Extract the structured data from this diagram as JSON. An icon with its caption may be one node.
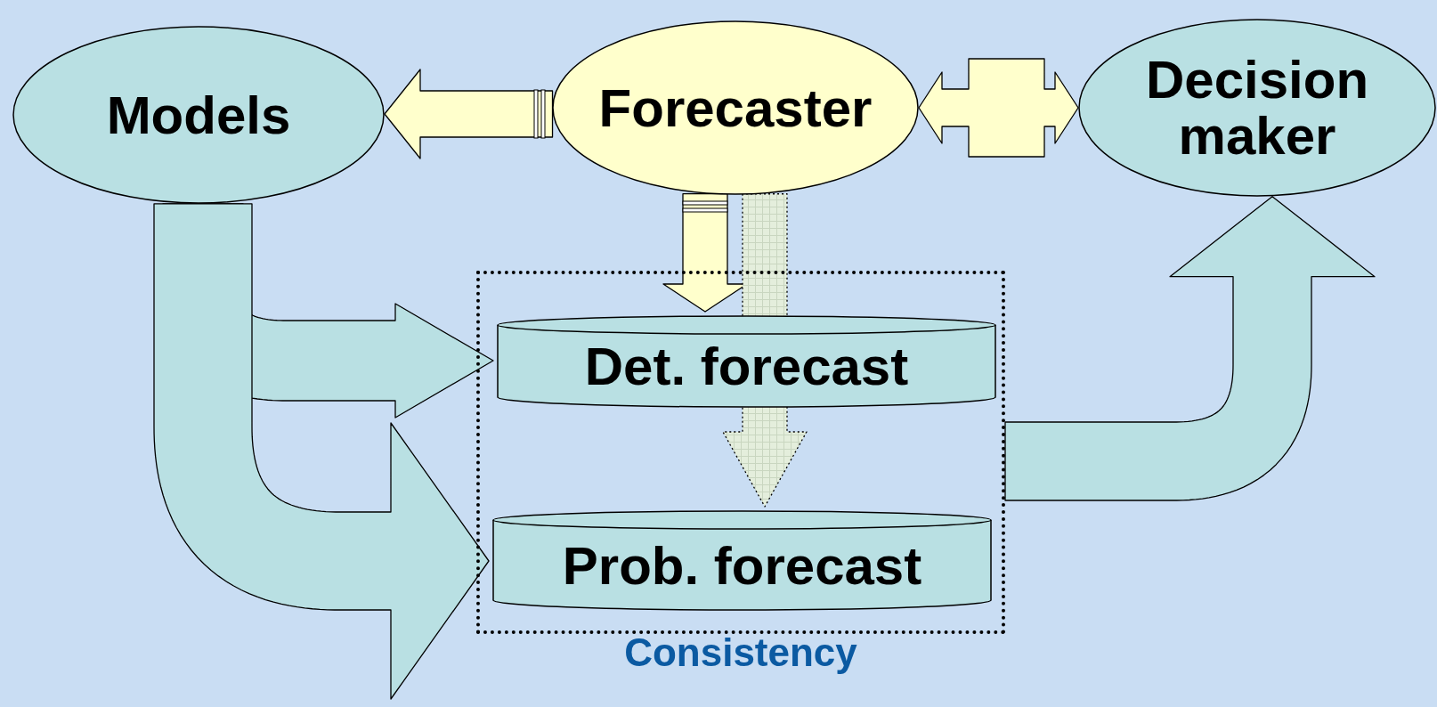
{
  "diagram": {
    "nodes": [
      {
        "text": [
          "Models"
        ]
      },
      {
        "text": [
          "Forecaster"
        ]
      },
      {
        "text": [
          "Decision maker"
        ]
      },
      {
        "text": [
          "Consistency"
        ]
      },
      {
        "text": [
          "Det. forecast"
        ],
        "in": 3
      },
      {
        "text": [
          "Prob. forecast"
        ],
        "in": 3
      }
    ],
    "edges": [
      {
        "from": 1,
        "to": 0,
        "arrow": "to",
        "color": "#ffffcc"
      },
      {
        "from": 1,
        "to": 2,
        "arrow": "both",
        "color": "#ffffcc"
      },
      {
        "from": 1,
        "to": 4,
        "arrow": "to",
        "color": "#ffffcc"
      },
      {
        "from": 1,
        "to": 5,
        "arrow": "to",
        "style": "dashed",
        "color": "#e4eedc"
      },
      {
        "from": 0,
        "to": 4,
        "arrow": "to"
      },
      {
        "from": 0,
        "to": 5,
        "arrow": "to"
      },
      {
        "from": 3,
        "to": 2,
        "arrow": "to"
      }
    ]
  }
}
